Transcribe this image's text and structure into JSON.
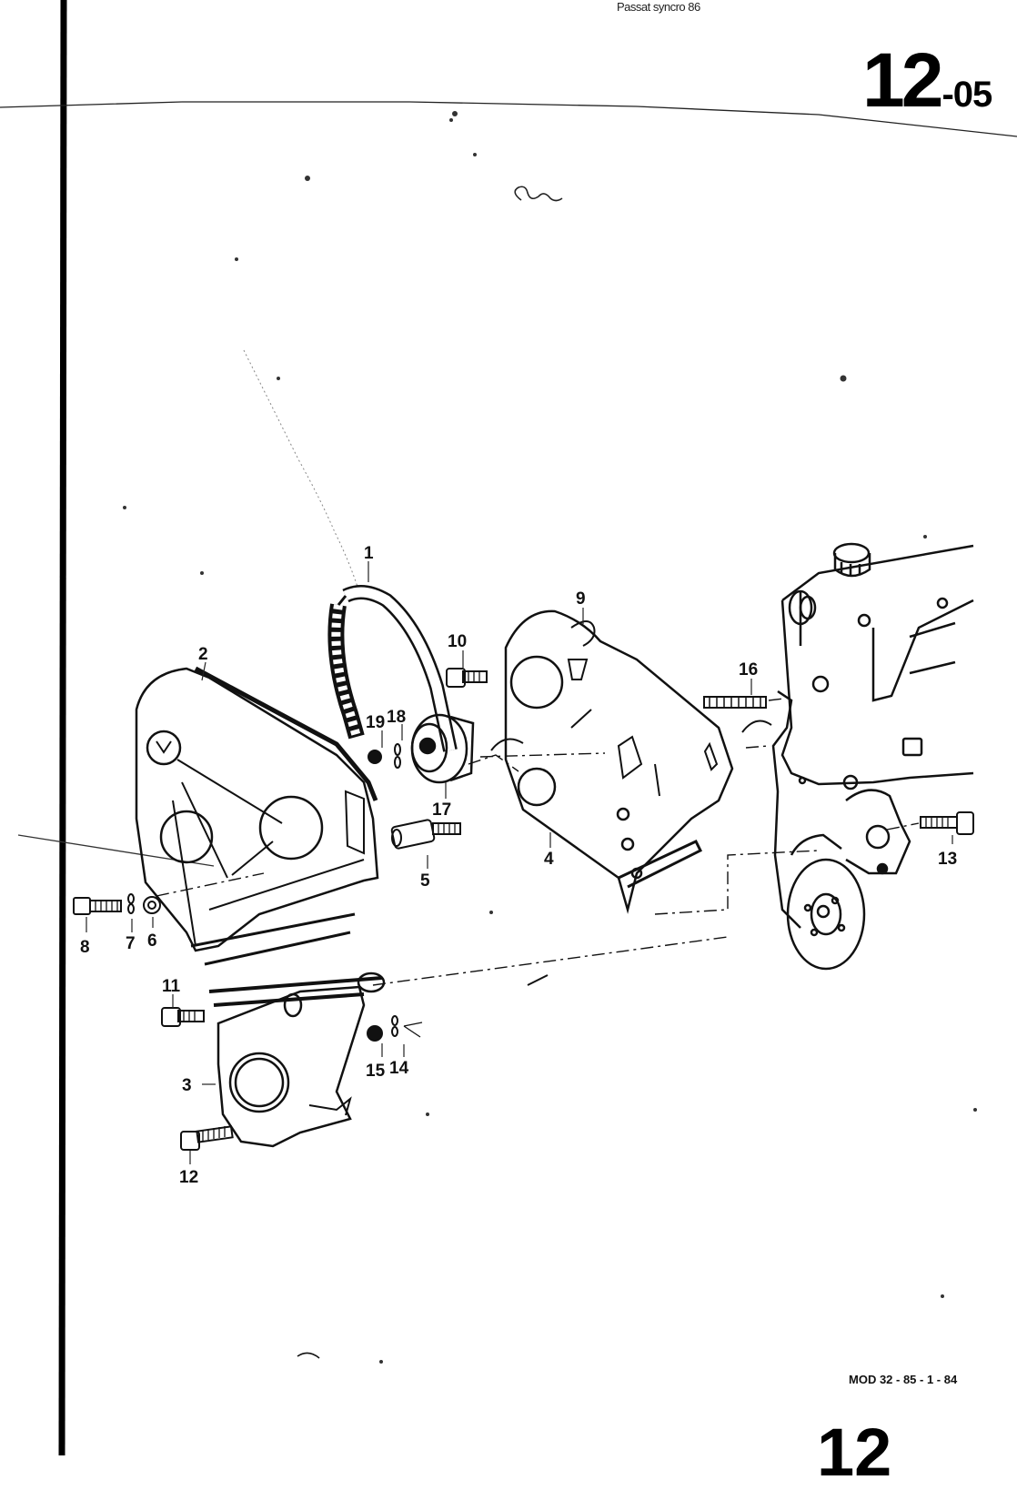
{
  "header": {
    "section_number": "12",
    "section_suffix": "-05",
    "caption": "Passat syncro 86"
  },
  "footer": {
    "model_code": "MOD 32 - 85 - 1 - 84",
    "page_number": "12"
  },
  "handwritten_note": "ale",
  "callouts": [
    "1",
    "2",
    "3",
    "4",
    "5",
    "6",
    "7",
    "8",
    "9",
    "10",
    "11",
    "12",
    "13",
    "14",
    "15",
    "16",
    "17",
    "18",
    "19"
  ]
}
